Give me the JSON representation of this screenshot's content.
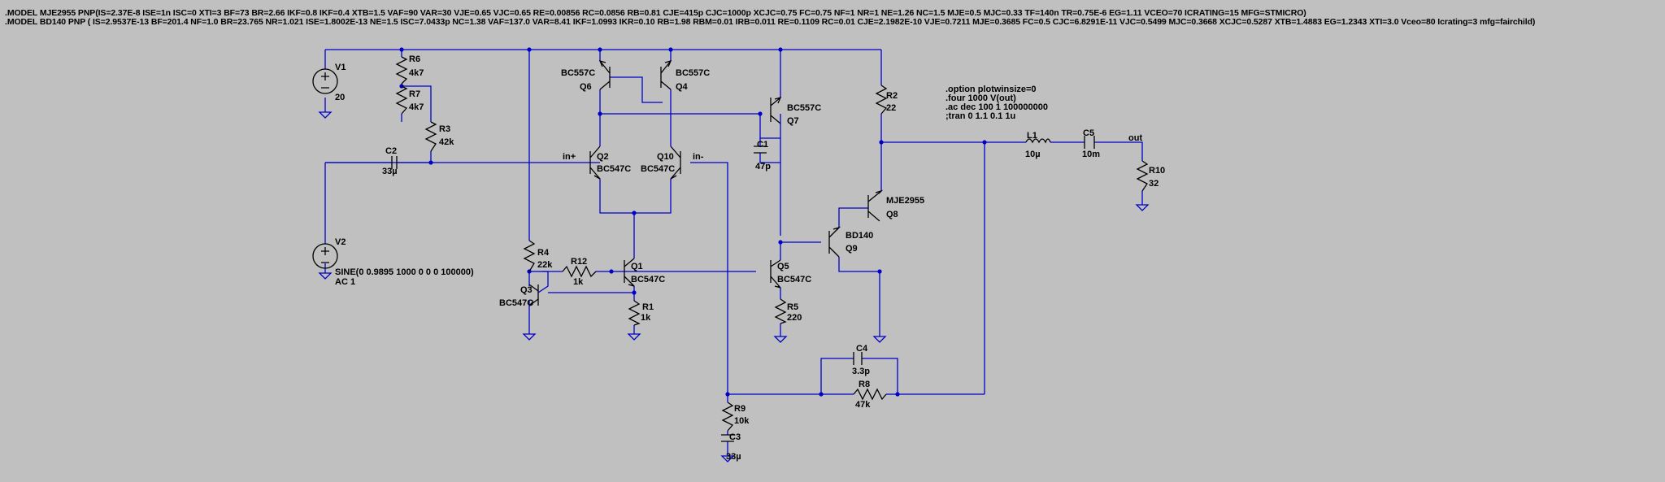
{
  "models": [
    ".MODEL MJE2955 PNP(IS=2.37E-8 ISE=1n ISC=0 XTI=3 BF=73 BR=2.66 IKF=0.8 IKF=0.4 XTB=1.5 VAF=90 VAR=30 VJE=0.65 VJC=0.65 RE=0.00856 RC=0.0856 RB=0.81 CJE=415p CJC=1000p XCJC=0.75 FC=0.75 NF=1 NR=1 NE=1.26 NC=1.5 MJE=0.5 MJC=0.33 TF=140n TR=0.75E-6 EG=1.11 VCEO=70 ICRATING=15 MFG=STMICRO)",
    ".MODEL BD140 PNP ( IS=2.9537E-13 BF=201.4 NF=1.0 BR=23.765 NR=1.021 ISE=1.8002E-13 NE=1.5 ISC=7.0433p NC=1.38 VAF=137.0 VAR=8.41 IKF=1.0993 IKR=0.10 RB=1.98 RBM=0.01 IRB=0.011 RE=0.1109 RC=0.01 CJE=2.1982E-10 VJE=0.7211 MJE=0.3685 FC=0.5 CJC=6.8291E-11 VJC=0.5499 MJC=0.3668 XCJC=0.5287 XTB=1.4883 EG=1.2343 XTI=3.0 Vceo=80 Icrating=3 mfg=fairchild)"
  ],
  "directives": [
    ".option plotwinsize=0",
    ".four 1000 V(out)",
    ".ac dec 100 1 100000000",
    ";tran 0 1.1 0.1 1u"
  ],
  "components": {
    "V1": {
      "name": "V1",
      "value": "20"
    },
    "V2": {
      "name": "V2",
      "value": "SINE(0 0.9895 1000 0 0 0 100000)",
      "ac": "AC 1"
    },
    "R6": {
      "name": "R6",
      "value": "4k7"
    },
    "R7": {
      "name": "R7",
      "value": "4k7"
    },
    "R3": {
      "name": "R3",
      "value": "42k"
    },
    "C2": {
      "name": "C2",
      "value": "33µ"
    },
    "Q6": {
      "name": "Q6",
      "model": "BC557C"
    },
    "Q4": {
      "name": "Q4",
      "model": "BC557C"
    },
    "Q7": {
      "name": "Q7",
      "model": "BC557C"
    },
    "C1": {
      "name": "C1",
      "value": "47p"
    },
    "Q2": {
      "name": "Q2",
      "model": "BC547C"
    },
    "Q10": {
      "name": "Q10",
      "model": "BC547C"
    },
    "R2": {
      "name": "R2",
      "value": "22"
    },
    "L1": {
      "name": "L1",
      "value": "10µ"
    },
    "C5": {
      "name": "C5",
      "value": "10m"
    },
    "R10": {
      "name": "R10",
      "value": "32"
    },
    "Q8": {
      "name": "Q8",
      "model": "MJE2955"
    },
    "Q9": {
      "name": "Q9",
      "model": "BD140"
    },
    "R4": {
      "name": "R4",
      "value": "22k"
    },
    "R12": {
      "name": "R12",
      "value": "1k"
    },
    "Q1": {
      "name": "Q1",
      "model": "BC547C"
    },
    "Q3": {
      "name": "Q3",
      "model": "BC547C"
    },
    "R1": {
      "name": "R1",
      "value": "1k"
    },
    "Q5": {
      "name": "Q5",
      "model": "BC547C"
    },
    "R5": {
      "name": "R5",
      "value": "220"
    },
    "C4": {
      "name": "C4",
      "value": "3.3p"
    },
    "R8": {
      "name": "R8",
      "value": "47k"
    },
    "R9": {
      "name": "R9",
      "value": "10k"
    },
    "C3": {
      "name": "C3",
      "value": "33µ"
    }
  },
  "nets": {
    "in_plus": "in+",
    "in_minus": "in-",
    "out": "out"
  },
  "colors": {
    "background": "#c0c0c0",
    "wire": "#0000c8",
    "component": "#000000",
    "text": "#000000"
  }
}
